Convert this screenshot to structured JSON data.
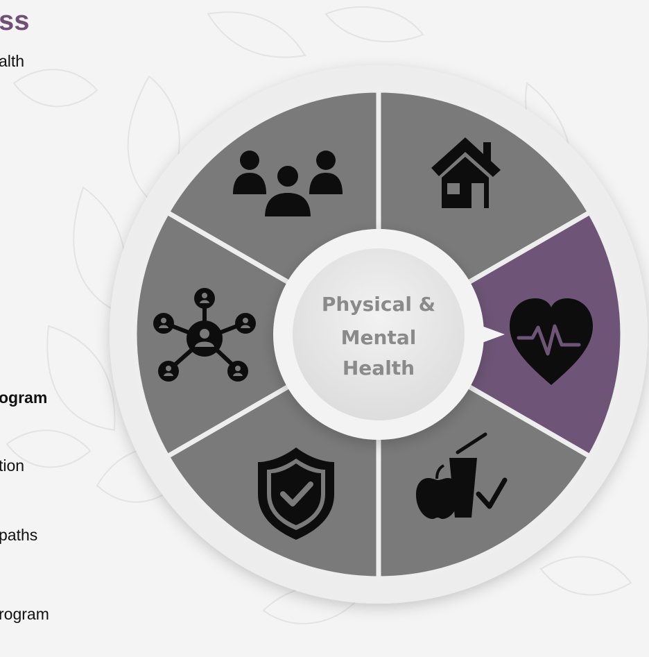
{
  "heading": {
    "title_fragment": "ss",
    "subtitle_fragment": "alth"
  },
  "left_text": {
    "line1": "ogram",
    "line2": "tion",
    "line3": "paths",
    "line4": "rogram"
  },
  "wheel": {
    "center_label_lines": [
      "Physical &",
      "Mental",
      "Health"
    ],
    "segments": [
      {
        "icon": "house-icon",
        "selected": false
      },
      {
        "icon": "heartbeat-icon",
        "selected": true
      },
      {
        "icon": "healthy-food-icon",
        "selected": false
      },
      {
        "icon": "shield-check-icon",
        "selected": false
      },
      {
        "icon": "network-people-icon",
        "selected": false
      },
      {
        "icon": "people-group-icon",
        "selected": false
      }
    ]
  },
  "colors": {
    "segment_gray": "#7a7a7a",
    "segment_selected": "#6e5577",
    "accent_purple": "#6f4f76",
    "ring": "#eeeeee",
    "hub": "#e9e9e9",
    "icon": "#0d0d0d"
  }
}
